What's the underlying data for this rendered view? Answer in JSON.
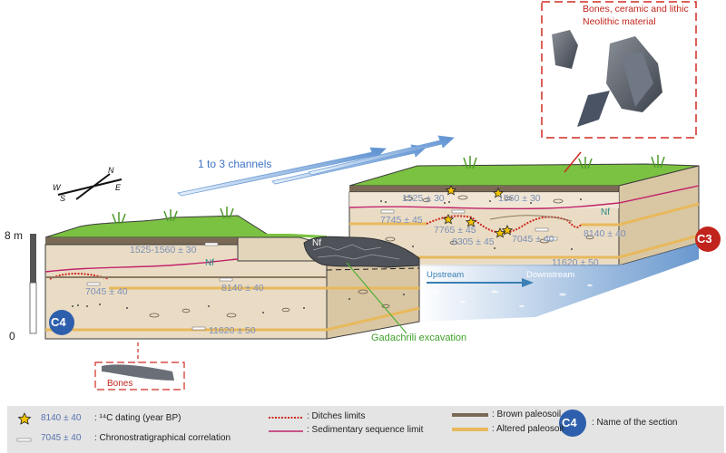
{
  "labels": {
    "photo_caption_top": "Bones, ceramic and lithic",
    "photo_caption_bottom": "Neolithic material",
    "channels": "1 to 3 channels",
    "compass_n": "N",
    "compass_s": "S",
    "compass_e": "E",
    "compass_w": "W",
    "scale_top": "8 m",
    "scale_bottom": "0",
    "upstream": "Upstream",
    "downstream": "Downstream",
    "excavation": "Gadachrili excavation",
    "bones": "Bones",
    "nf": "Nf"
  },
  "sections": {
    "c4": {
      "badge": "C4",
      "dates": [
        "1525-1560 ± 30",
        "7045 ± 40",
        "8140 ± 40",
        "11620 ± 50"
      ]
    },
    "c3": {
      "badge": "C3",
      "dates": [
        "1525 ± 30",
        "1560 ± 30",
        "7745 ± 45",
        "7765 ± 45",
        "8305 ± 45",
        "7045 ± 40",
        "8140 ± 40",
        "11620 ± 50"
      ]
    }
  },
  "legend": {
    "star_date": "8140 ± 40",
    "star_desc": ": ¹⁴C dating (year BP)",
    "bar_date": "7045 ± 40",
    "bar_desc": ": Chronostratigraphical correlation",
    "ditch": ": Ditches limits",
    "seq": ": Sedimentary sequence limit",
    "brown": ": Brown paleosoil",
    "altered": ": Altered paleosoil",
    "badge": "C4",
    "badge_desc": ": Name of the section"
  },
  "colors": {
    "grass": "#7cc242",
    "soil_front": "#e9dcc4",
    "soil_side": "#d8c6a3",
    "brown_paleosoil": "#7a6a55",
    "altered_paleosoil": "#e8b95c",
    "ditch_limit": "#cc2a20",
    "sequence_limit": "#c0236b",
    "badge_blue": "#2e5fac",
    "badge_red": "#c0241c",
    "channel_arrow": "#6f9fd6"
  }
}
